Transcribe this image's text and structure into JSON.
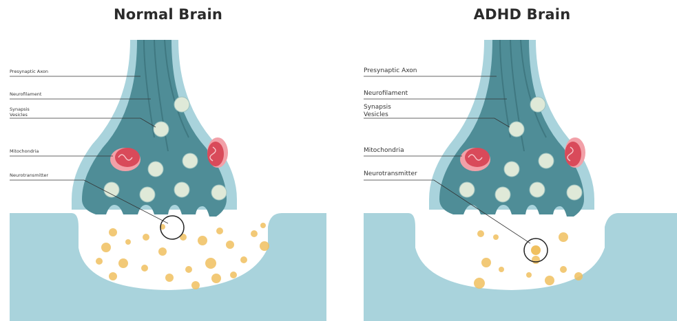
{
  "panels": [
    {
      "title": "Normal Brain",
      "labels": {
        "presynaptic_axon": "Presynaptic Axon",
        "neurofilament": "Neurofilament",
        "synapsis_line1": "Synapsis",
        "synapsis_line2": "Vesicles",
        "mitochondria": "Mitochondria",
        "neurotransmitter": "Neurotransmitter"
      },
      "neurotransmitter_density": "high"
    },
    {
      "title": "ADHD Brain",
      "labels": {
        "presynaptic_axon": "Presynaptic Axon",
        "neurofilament": "Neurofilament",
        "synapsis_line1": "Synapsis",
        "synapsis_line2": "Vesicles",
        "mitochondria": "Mitochondria",
        "neurotransmitter": "Neurotransmitter"
      },
      "neurotransmitter_density": "low"
    }
  ],
  "colors": {
    "membrane_outer": "#a9d3dc",
    "membrane_inner": "#7fb6c2",
    "axon_fill": "#4f8d97",
    "axon_dark": "#3f7881",
    "postsynaptic": "#a9d3dc",
    "cleft": "#ffffff",
    "mitochondria": "#d94a5a",
    "mitochondria_light": "#f2a0a8",
    "vesicle": "#dfe9d8",
    "neurotransmitter": "#f0c060"
  }
}
